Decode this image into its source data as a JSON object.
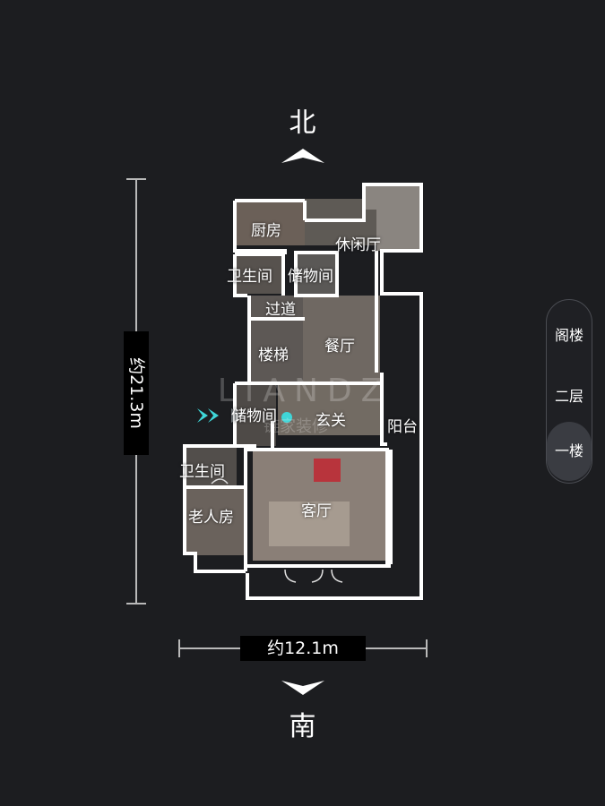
{
  "compass": {
    "north": "北",
    "south": "南"
  },
  "dimensions": {
    "height": "约21.3m",
    "width": "约12.1m"
  },
  "rooms": {
    "kitchen": "厨房",
    "lounge": "休闲厅",
    "bathroom_top": "卫生间",
    "storage_top": "储物间",
    "corridor": "过道",
    "stairs": "楼梯",
    "dining": "餐厅",
    "storage_mid": "储物间",
    "foyer": "玄关",
    "balcony": "阳台",
    "bathroom_bottom": "卫生间",
    "elder_room": "老人房",
    "living": "客厅"
  },
  "watermark": {
    "top": "LIANDZ",
    "bottom": "链家装修"
  },
  "floors": [
    "阁楼",
    "二层",
    "一楼"
  ],
  "selected_floor": "一楼",
  "colors": {
    "background": "#1c1d20",
    "walls": "#ffffff",
    "marker": "#3fd6d8"
  }
}
